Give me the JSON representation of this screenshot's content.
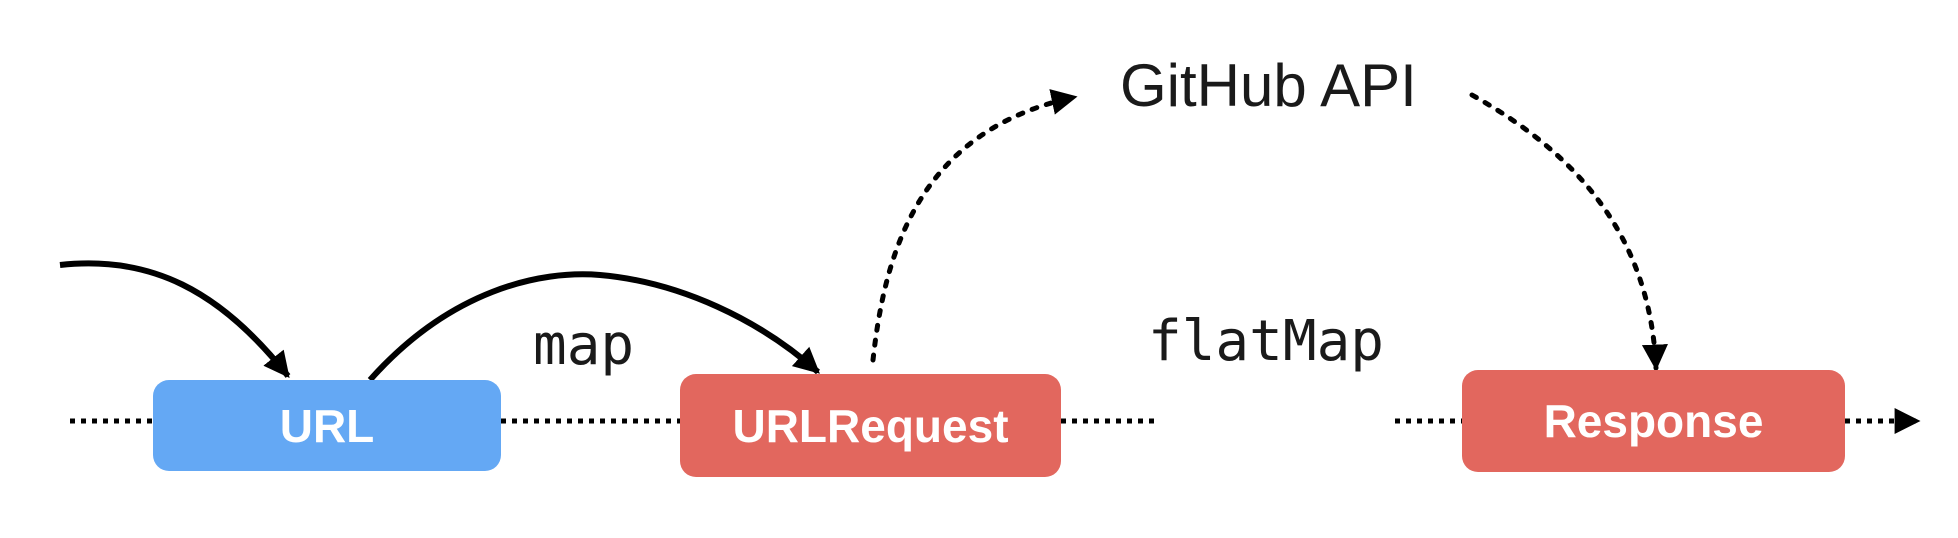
{
  "diagram": {
    "nodes": {
      "url": "URL",
      "url_request": "URLRequest",
      "response": "Response"
    },
    "labels": {
      "map": "map",
      "flat_map": "flatMap",
      "github_api": "GitHub API"
    },
    "colors": {
      "url_box": "#64a8f4",
      "request_box": "#e2675e",
      "response_box": "#e2675e",
      "lines": "#000000",
      "box_text": "#ffffff"
    }
  }
}
